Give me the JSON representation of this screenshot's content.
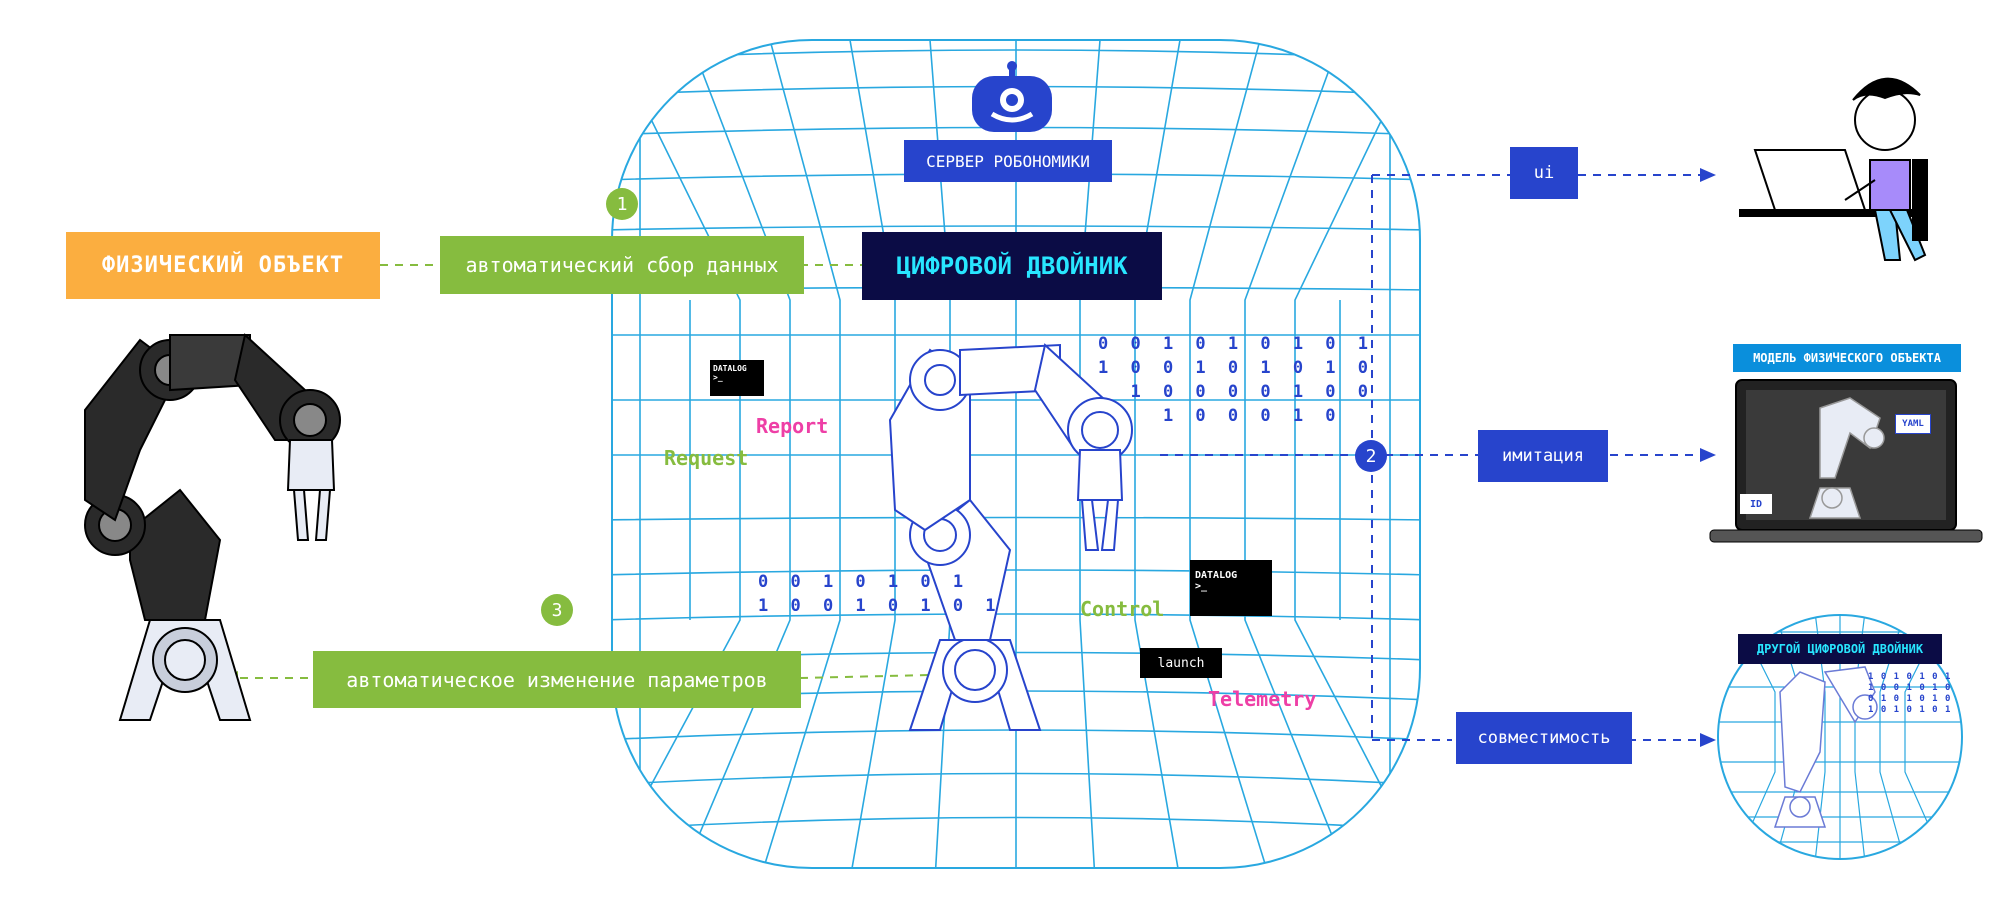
{
  "physical_object": "ФИЗИЧЕСКИЙ ОБЪЕКТ",
  "digital_twin": "ЦИФРОВОЙ ДВОЙНИК",
  "server": "СЕРВЕР РОБОНОМИКИ",
  "steps": {
    "step1": {
      "number": "1",
      "label": "автоматический сбор данных"
    },
    "step2": {
      "number": "2",
      "label": "имитация"
    },
    "step3": {
      "number": "3",
      "label": "автоматическое изменение параметров"
    }
  },
  "outputs": {
    "ui": "ui",
    "compatibility": "совместимость"
  },
  "model_panel": {
    "title": "МОДЕЛЬ ФИЗИЧЕСКОГО ОБЪЕКТА",
    "yaml": "YAML",
    "id": "ID"
  },
  "other_twin": {
    "title": "ДРУГОЙ ЦИФРОВОЙ ДВОЙНИК",
    "binary": "1 0 1 0 1 0 1\n1 0 0 1 0 1 0\n0 1 0 1 0 1 0\n1 0 1 0 1 0 1"
  },
  "labels": {
    "report": "Report",
    "request": "Request",
    "control": "Control",
    "telemetry": "Telemetry",
    "launch": "launch"
  },
  "terminals": {
    "title": "DATALOG",
    "prompt": ">_"
  },
  "binary_top": "0 0 1 0 1 0 1 0 1\n1 0 0 1 0 1 0 1 0\n  1 0 0 0 0 1 0 0\n    1 0 0 0 1 0",
  "binary_bottom": "0 0 1 0 1 0 1\n1 0 0 1 0 1 0 1",
  "colors": {
    "grid": "#29a8e0",
    "blue": "#2744cc",
    "green": "#86bc3f",
    "orange": "#fbae40",
    "navy": "#0b0c45",
    "cyan": "#28e6ff",
    "magenta": "#ee3fa6"
  }
}
